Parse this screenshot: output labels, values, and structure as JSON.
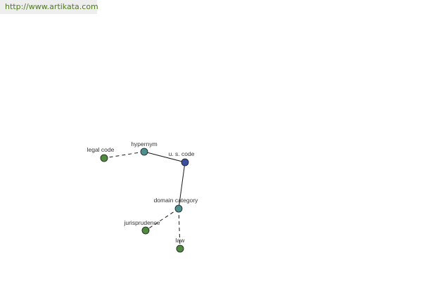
{
  "source_url": "http://www.artikata.com",
  "colors": {
    "root": "#3b4ea0",
    "relation": "#4d8e8e",
    "leaf": "#4f8a3f",
    "url": "#4d7a1c"
  },
  "nodes": [
    {
      "id": "us-code",
      "label": "u. s. code",
      "kind": "root"
    },
    {
      "id": "hypernym",
      "label": "hypernym",
      "kind": "relation"
    },
    {
      "id": "legal-code",
      "label": "legal code",
      "kind": "leaf"
    },
    {
      "id": "domain-category",
      "label": "domain category",
      "kind": "relation"
    },
    {
      "id": "jurisprudence",
      "label": "jurisprudence",
      "kind": "leaf"
    },
    {
      "id": "law",
      "label": "law",
      "kind": "leaf"
    }
  ],
  "edges": [
    {
      "from": "us-code",
      "to": "hypernym",
      "style": "solid"
    },
    {
      "from": "hypernym",
      "to": "legal-code",
      "style": "dashed"
    },
    {
      "from": "us-code",
      "to": "domain-category",
      "style": "solid"
    },
    {
      "from": "domain-category",
      "to": "jurisprudence",
      "style": "dashed"
    },
    {
      "from": "domain-category",
      "to": "law",
      "style": "dashed"
    }
  ]
}
